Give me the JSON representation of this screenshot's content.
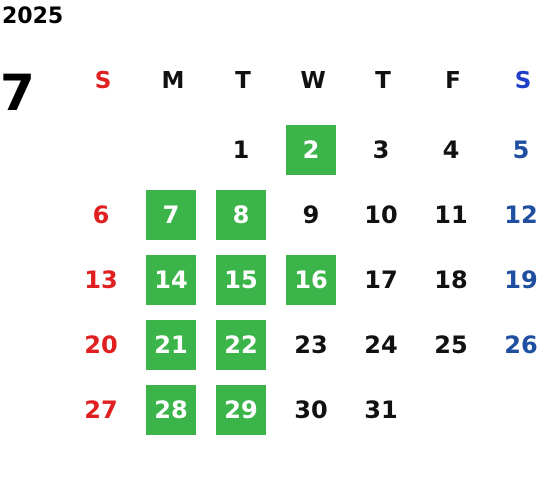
{
  "calendar": {
    "year": "2025",
    "month": "7",
    "weekdays": [
      {
        "label": "S",
        "color": "#e02020"
      },
      {
        "label": "M",
        "color": "#111111"
      },
      {
        "label": "T",
        "color": "#111111"
      },
      {
        "label": "W",
        "color": "#111111"
      },
      {
        "label": "T",
        "color": "#111111"
      },
      {
        "label": "F",
        "color": "#111111"
      },
      {
        "label": "S",
        "color": "#1f3fc8"
      }
    ],
    "weeks": [
      [
        null,
        null,
        "1",
        "2",
        "3",
        "4",
        "5"
      ],
      [
        "6",
        "7",
        "8",
        "9",
        "10",
        "11",
        "12"
      ],
      [
        "13",
        "14",
        "15",
        "16",
        "17",
        "18",
        "19"
      ],
      [
        "20",
        "21",
        "22",
        "23",
        "24",
        "25",
        "26"
      ],
      [
        "27",
        "28",
        "29",
        "30",
        "31",
        null,
        null
      ]
    ],
    "highlighted_days": [
      "2",
      "7",
      "8",
      "14",
      "15",
      "16",
      "21",
      "22",
      "28",
      "29"
    ],
    "colors": {
      "sunday": "#e02020",
      "saturday": "#1f4fa0",
      "weekday": "#111111",
      "highlight": "#3bb44a",
      "highlight_text": "#ffffff"
    }
  }
}
